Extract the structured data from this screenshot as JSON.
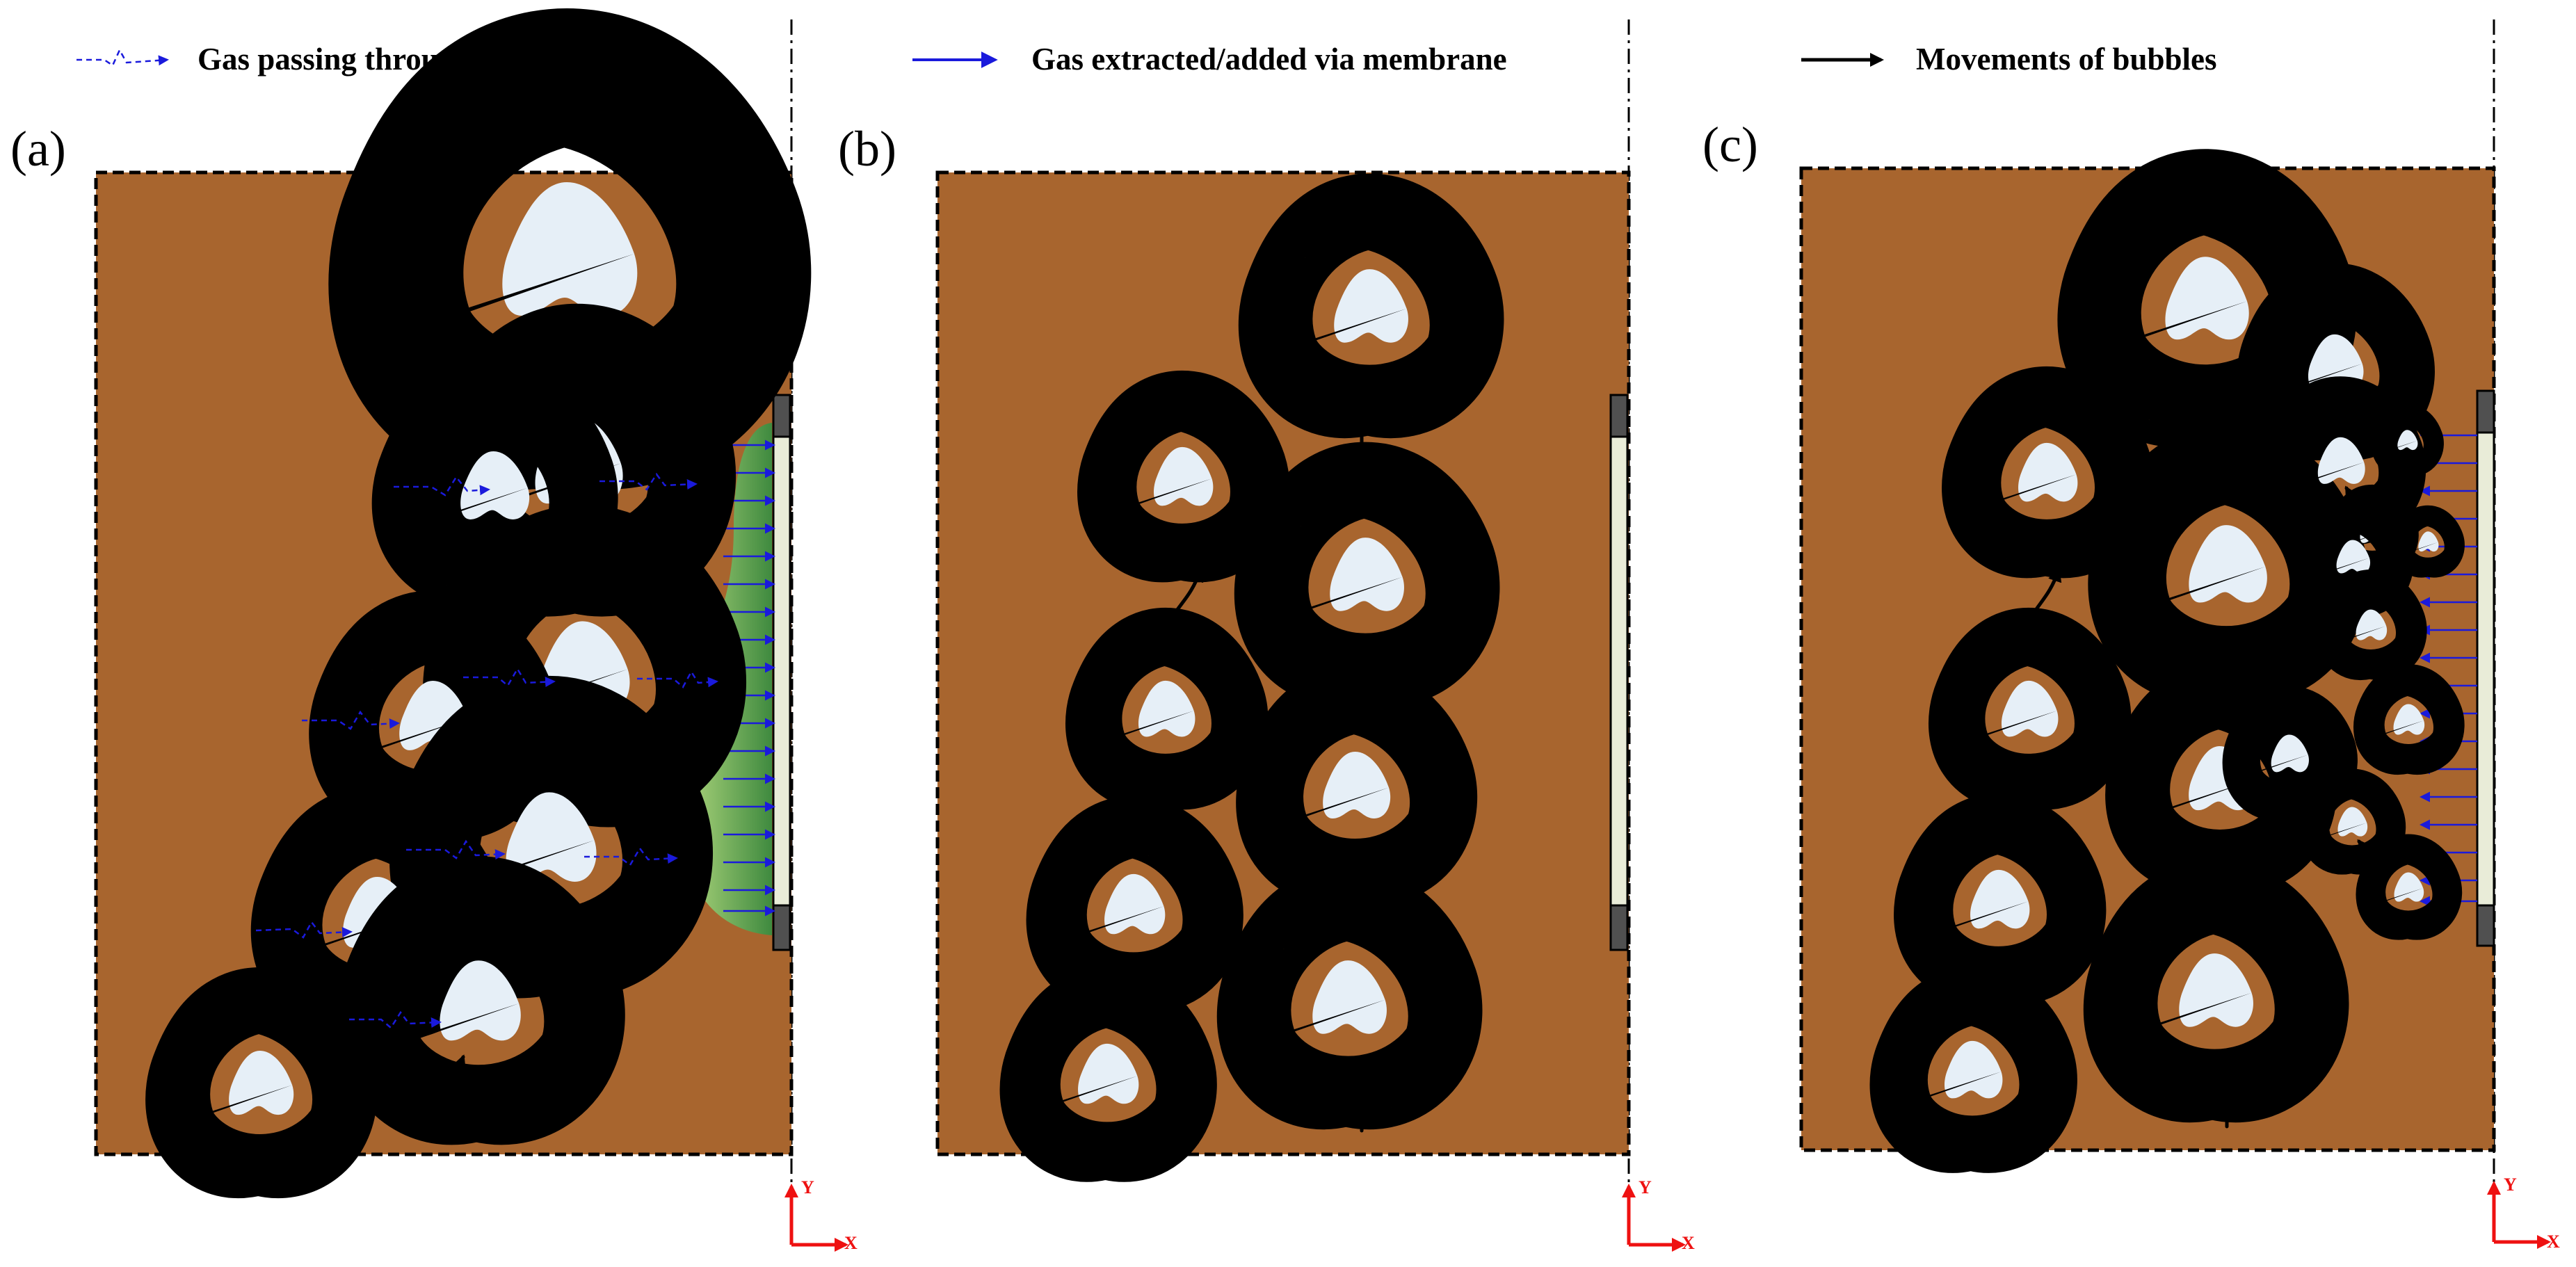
{
  "legend": {
    "gas_bubble": "Gas passing through bubble phase",
    "gas_membrane": "Gas extracted/added via membrane",
    "bubble_move": "Movements of bubbles"
  },
  "panels": [
    {
      "label": "(a)"
    },
    {
      "label": "(b)"
    },
    {
      "label": "(c)"
    }
  ],
  "axes": {
    "y": "Y",
    "x": "X"
  },
  "colors": {
    "bed": "#a8652e",
    "bubble": "#e6eff7",
    "gas_arrow": "#1a1adc",
    "move_arrow": "#000000",
    "axis": "#ee1111",
    "membrane": "#e9ecd8",
    "membrane_cap": "#505050",
    "green_zone_dark": "#3f8a3f",
    "green_zone_light": "#a9d27a"
  }
}
